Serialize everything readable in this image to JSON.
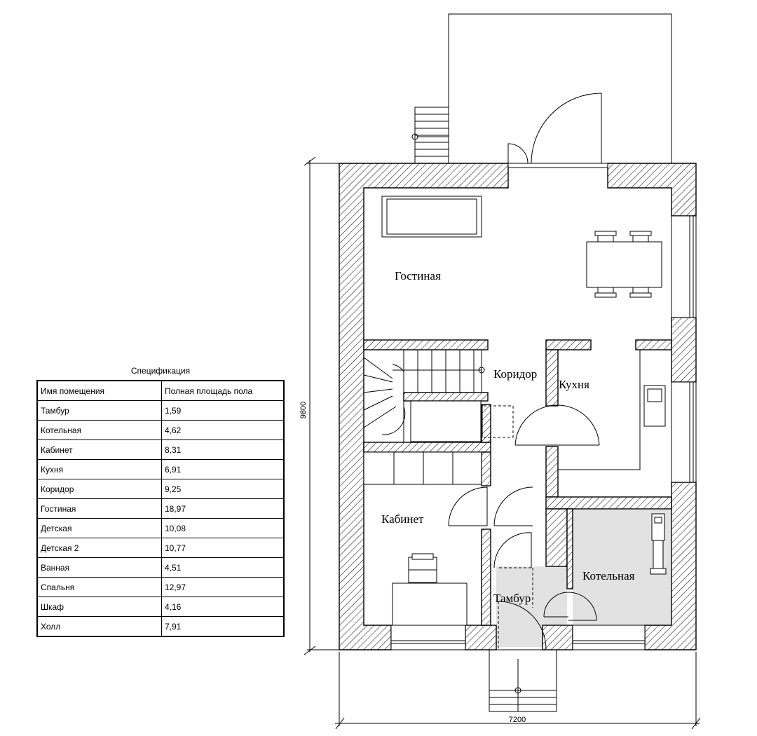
{
  "spec": {
    "caption": "Спецификация",
    "headers": [
      "Имя помещения",
      "Полная площадь пола"
    ],
    "rows": [
      [
        "Тамбур",
        "1,59"
      ],
      [
        "Котельная",
        "4,62"
      ],
      [
        "Кабинет",
        "8,31"
      ],
      [
        "Кухня",
        "6,91"
      ],
      [
        "Коридор",
        "9,25"
      ],
      [
        "Гостиная",
        "18,97"
      ],
      [
        "Детская",
        "10,08"
      ],
      [
        "Детская 2",
        "10,77"
      ],
      [
        "Ванная",
        "4,51"
      ],
      [
        "Спальня",
        "12,97"
      ],
      [
        "Шкаф",
        "4,16"
      ],
      [
        "Холл",
        "7,91"
      ]
    ]
  },
  "plan": {
    "rooms": {
      "living": "Гостиная",
      "corridor": "Коридор",
      "kitchen": "Кухня",
      "study": "Кабинет",
      "boiler": "Котельная",
      "vestibule": "Тамбур"
    },
    "dimensions": {
      "height": "9800",
      "width": "7200"
    },
    "colors": {
      "line": "#000000",
      "boiler_fill": "#e2e2e2",
      "vestibule_fill": "#e2e2e2"
    }
  }
}
